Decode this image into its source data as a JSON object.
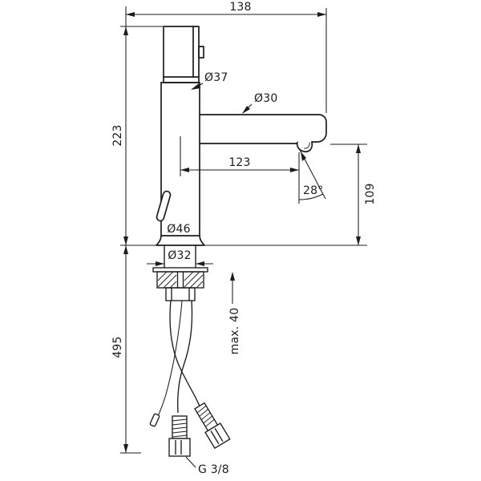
{
  "dims": {
    "top_width": "138",
    "height": "223",
    "handle_diameter": "Ø37",
    "spout_diameter": "Ø30",
    "reach": "123",
    "angle": "28°",
    "outlet_height": "109",
    "base_diameter": "Ø46",
    "hole_diameter": "Ø32",
    "max_plate": "max. 40",
    "hose_length": "495",
    "thread": "G 3/8"
  }
}
